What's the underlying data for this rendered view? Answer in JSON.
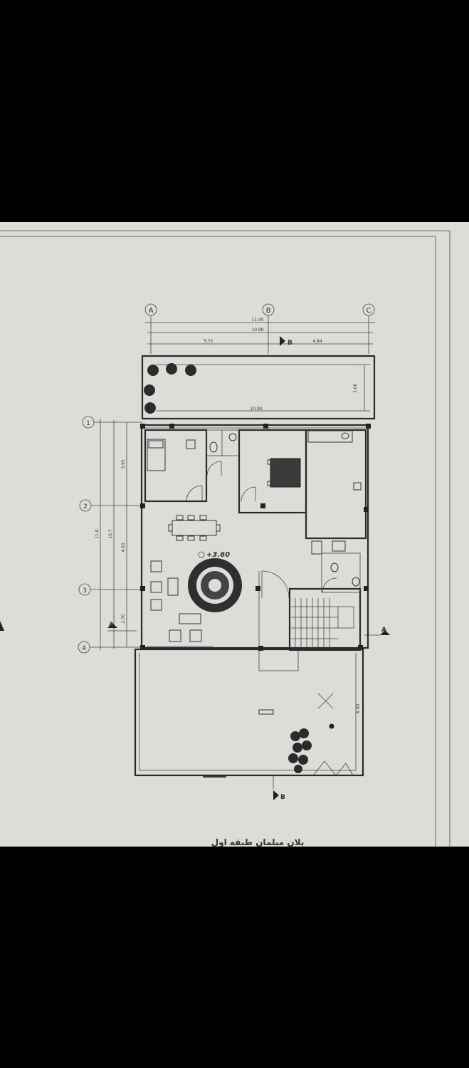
{
  "drawing": {
    "title": "پلان مبلمان طبقه اول",
    "elevation_label": "+3.60",
    "grid_axes_horizontal": [
      "A",
      "B",
      "C"
    ],
    "grid_axes_vertical": [
      "1",
      "2",
      "3",
      "4"
    ],
    "section_marks": {
      "section_a": "A",
      "section_b": "B"
    },
    "dimensions_top": {
      "overall": "11.00",
      "inner": "10.90",
      "left_span": "5.71",
      "right_span": "4.84"
    },
    "dimensions_yard": {
      "width": "10.90",
      "depth": "3.00"
    },
    "dimensions_left": {
      "overall": "11.0",
      "inner": "10.7",
      "span_1_2": "3.95",
      "span_2_3": "4.00",
      "span_3_4": "2.70"
    },
    "dimensions_balcony": {
      "depth": "6.00"
    }
  },
  "colors": {
    "background": "#000000",
    "paper": "#dcdcd8",
    "ink": "#2a2a2a"
  }
}
